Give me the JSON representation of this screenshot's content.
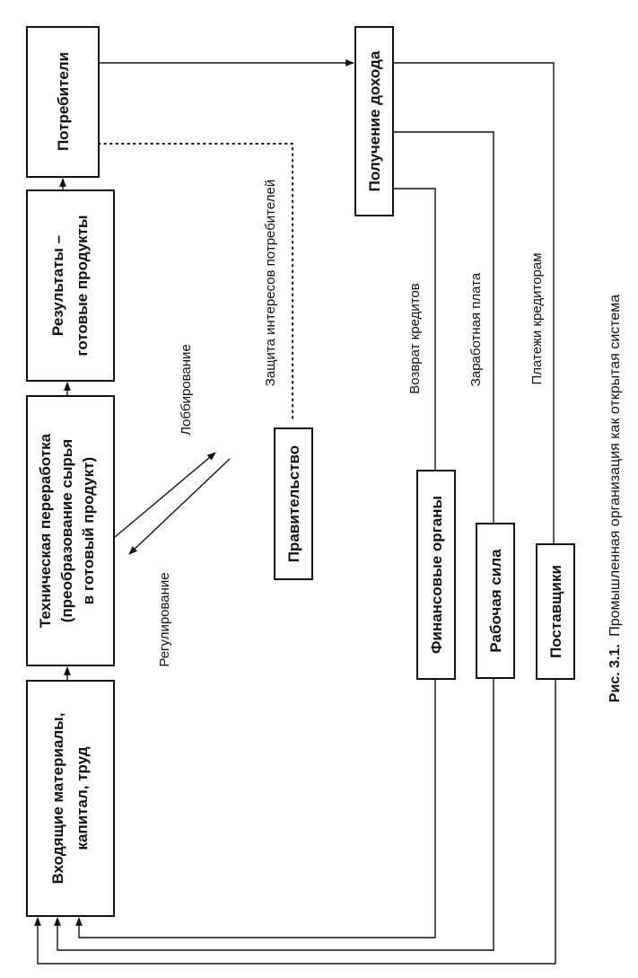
{
  "boxes": {
    "inputs": [
      "Входящие материалы,",
      "капитал, труд"
    ],
    "processing": [
      "Техническая переработка",
      "(преобразование сырья",
      "в готовый продукт)"
    ],
    "results": [
      "Результаты –",
      "готовые продукты"
    ],
    "consumers": "Потребители",
    "income": "Получение дохода",
    "government": "Правительство",
    "finance": "Финансовые органы",
    "labor": "Рабочая сила",
    "suppliers": "Поставщики"
  },
  "labels": {
    "lobbying": "Лоббирование",
    "regulation": "Регулирование",
    "consumer_protection": "Защита интересов потребителей",
    "loan_repayment": "Возврат кредитов",
    "wages": "Заработная плата",
    "creditor_payments": "Платежи кредиторам"
  },
  "caption": {
    "number": "Рис. 3.1.",
    "text": "Промышленная организация как открытая система"
  }
}
